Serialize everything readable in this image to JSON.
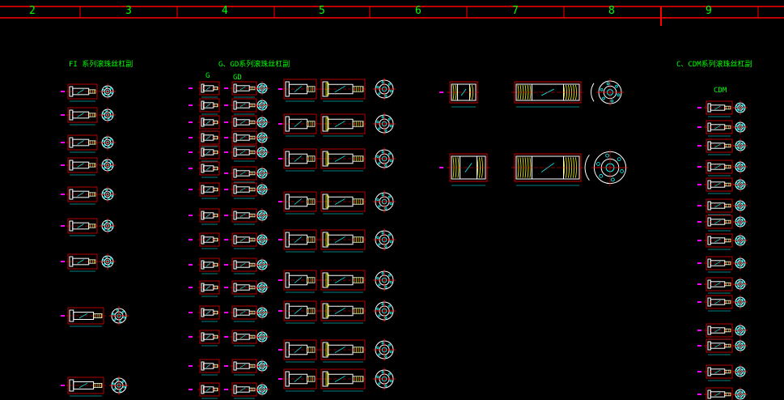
{
  "ruler": {
    "labels": [
      "2",
      "3",
      "4",
      "5",
      "6",
      "7",
      "8",
      "9"
    ]
  },
  "groups": {
    "fi": {
      "title": "FI 系列滚珠丝杠副"
    },
    "g_gd": {
      "title": "G、GD系列滚珠丝杠副",
      "sub_g": "G",
      "sub_gd": "GD"
    },
    "c_cdm": {
      "title": "C、CDM系列滚珠丝杠副",
      "sub_cdm": "CDM"
    }
  },
  "colors": {
    "background": "#000000",
    "frame": "#ff0000",
    "text": "#00ff00",
    "drawing": "#ffffff",
    "center": "#ff0000",
    "dimension": "#00ffff",
    "thread": "#ffff00",
    "marker": "#ff00ff"
  }
}
